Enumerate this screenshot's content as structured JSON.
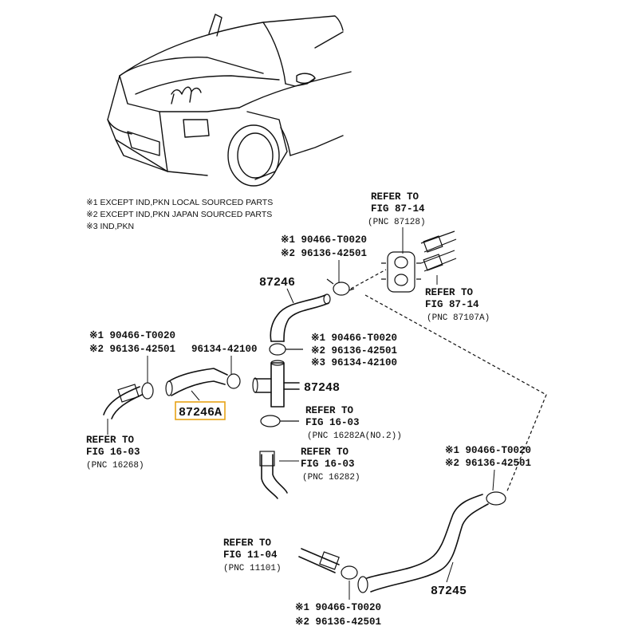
{
  "notes": [
    "※1 EXCEPT IND,PKN LOCAL SOURCED PARTS",
    "※2 EXCEPT IND,PKN JAPAN SOURCED PARTS",
    "※3 IND,PKN"
  ],
  "refer_top": {
    "line1": "REFER TO",
    "line2": "FIG 87-14",
    "line3": "(PNC 87128)"
  },
  "refer_right": {
    "line1": "REFER TO",
    "line2": "FIG 87-14",
    "line3": "(PNC 87107A)"
  },
  "refer_left": {
    "line1": "REFER TO",
    "line2": "FIG 16-03",
    "line3": "(PNC 16268)"
  },
  "refer_mid1": {
    "line1": "REFER TO",
    "line2": "FIG 16-03",
    "line3": "(PNC 16282A(NO.2))"
  },
  "refer_mid2": {
    "line1": "REFER TO",
    "line2": "FIG 16-03",
    "line3": "(PNC 16282)"
  },
  "refer_bottom": {
    "line1": "REFER TO",
    "line2": "FIG 11-04",
    "line3": "(PNC 11101)"
  },
  "clamp_top": {
    "l1": "※1 90466-T0020",
    "l2": "※2 96136-42501"
  },
  "clamp_left": {
    "l1": "※1 90466-T0020",
    "l2": "※2 96136-42501",
    "l3": "96134-42100"
  },
  "clamp_center": {
    "l1": "※1 90466-T0020",
    "l2": "※2 96136-42501",
    "l3": "※3 96134-42100"
  },
  "clamp_lower_right": {
    "l1": "※1 90466-T0020",
    "l2": "※2 96136-42501"
  },
  "clamp_bottom": {
    "l1": "※1 90466-T0020",
    "l2": "※2 96136-42501"
  },
  "parts": {
    "p87246": "87246",
    "p87248": "87248",
    "p87246A": "87246A",
    "p87245": "87245"
  },
  "colors": {
    "highlight_box": "#e8a317",
    "line": "#111111"
  }
}
